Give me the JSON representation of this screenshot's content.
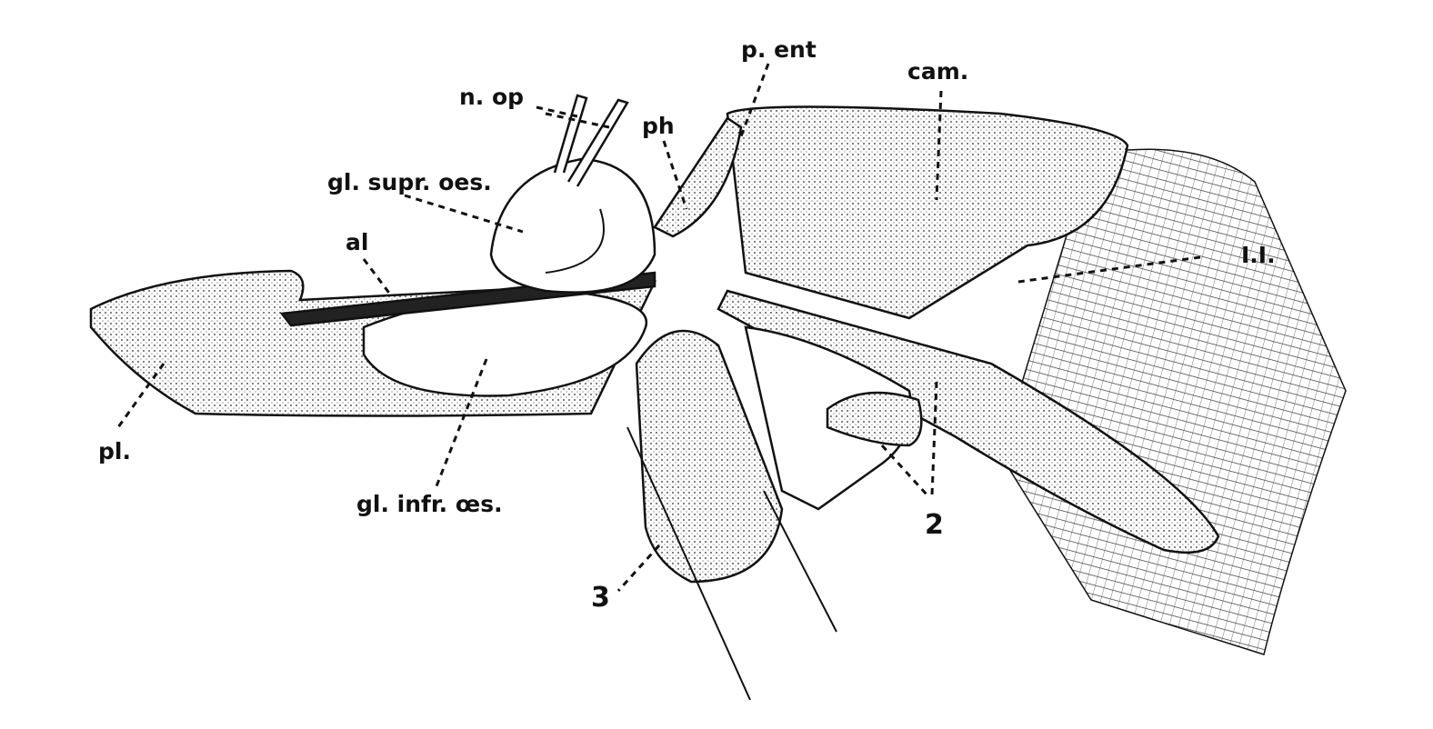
{
  "figure": {
    "labels": {
      "n_op": "n. op",
      "p_ent": "p. ent",
      "cam": "cam.",
      "ph": "ph",
      "gl_supr_oes": "gl. supr. oes.",
      "al": "al",
      "ll": "I.I.",
      "pl": "pl.",
      "gl_infr_oes": "gl. infr. œs.",
      "num2": "2",
      "num3": "3"
    },
    "colors": {
      "ink": "#111111",
      "shade": "#9a9a9a",
      "paper": "#ffffff"
    }
  }
}
